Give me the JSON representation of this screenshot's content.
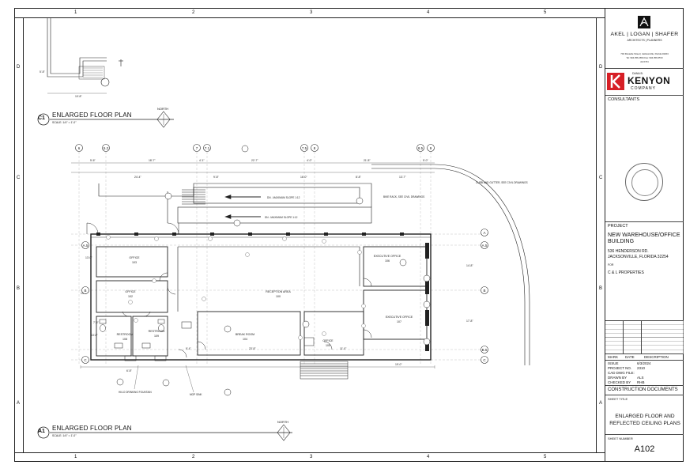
{
  "grid": {
    "columns": [
      "1",
      "2",
      "3",
      "4",
      "5"
    ],
    "rows": [
      "D",
      "C",
      "B",
      "A"
    ]
  },
  "plans": {
    "c1": {
      "tag": "C1",
      "title": "ENLARGED FLOOR PLAN",
      "scale": "SCALE: 1/4\" = 1'-0\""
    },
    "a1": {
      "tag": "A1",
      "title": "ENLARGED FLOOR PLAN",
      "scale": "SCALE: 1/4\" = 1'-0\""
    },
    "north": "NORTH"
  },
  "columns_top": [
    "6",
    "5.2",
    "7",
    "7.1",
    "7.5",
    "8",
    "8.5",
    "9"
  ],
  "rows_right": [
    "A",
    "A.5",
    "B",
    "B.5",
    "C"
  ],
  "rooms": [
    {
      "name": "OFFICE",
      "tag": "103"
    },
    {
      "name": "OFFICE",
      "tag": "102"
    },
    {
      "name": "RECEPTION AREA",
      "tag": "100"
    },
    {
      "name": "EXECUTIVE OFFICE",
      "tag": "106"
    },
    {
      "name": "EXECUTIVE OFFICE",
      "tag": "107"
    },
    {
      "name": "BREAK ROOM",
      "tag": "104"
    },
    {
      "name": "OFFICE",
      "tag": "105"
    },
    {
      "name": "RESTROOM",
      "tag": "108"
    },
    {
      "name": "RESTROOM",
      "tag": "109"
    }
  ],
  "notes": {
    "slope1": "DN - MAXIMUM SLOPE 1:12",
    "slope2": "DN - MAXIMUM SLOPE 1:12",
    "curb": "CURB AND GUTTER, SEE CIVIL DRAWINGS",
    "bike": "BIKE RACK, SEE CIVIL DRAWINGS",
    "fountain": "HI/LO DRINKING FOUNTAIN",
    "mop": "MOP SINK"
  },
  "titleblock": {
    "firm": "AKEL | LOGAN | SHAFER",
    "firm_sub": "ARCHITECTS | PLANNERS",
    "firm_addr": "704 Rosselle Street | Jacksonville, Florida 32204",
    "firm_tel": "Tel: 904.356.2654  Fax: 904.356.6572",
    "firm_lic": "AA 0741",
    "client_small": "DANA B.",
    "client": "KENYON",
    "client_sub": "COMPANY",
    "consultants": "CONSULTANTS",
    "project_label": "PROJECT",
    "project_name": "NEW WAREHOUSE/OFFICE BUILDING",
    "project_addr1": "536 HENDERSON RD.",
    "project_addr2": "JACKSONVILLE, FLORIDA 32254",
    "for_label": "FOR",
    "owner": "C & L PROPERTIES",
    "rev_mark": "MARK",
    "rev_date": "DATE",
    "rev_desc": "DESCRIPTION",
    "issue_label": "ISSUE",
    "issue_val": "6/3/2024",
    "projno_label": "PROJECT NO.",
    "projno_val": "2310",
    "cad_label": "CAD DWG FILE:",
    "drawn_label": "DRAWN BY",
    "drawn_val": "ALS",
    "checked_label": "CHECKED BY",
    "checked_val": "RHB",
    "phase": "CONSTRUCTION DOCUMENTS",
    "sheet_title_label": "SHEET TITLE",
    "sheet_title": "ENLARGED FLOOR AND REFLECTED CEILING PLANS",
    "sheet_number_label": "SHEET NUMBER",
    "sheet_number": "A102"
  }
}
